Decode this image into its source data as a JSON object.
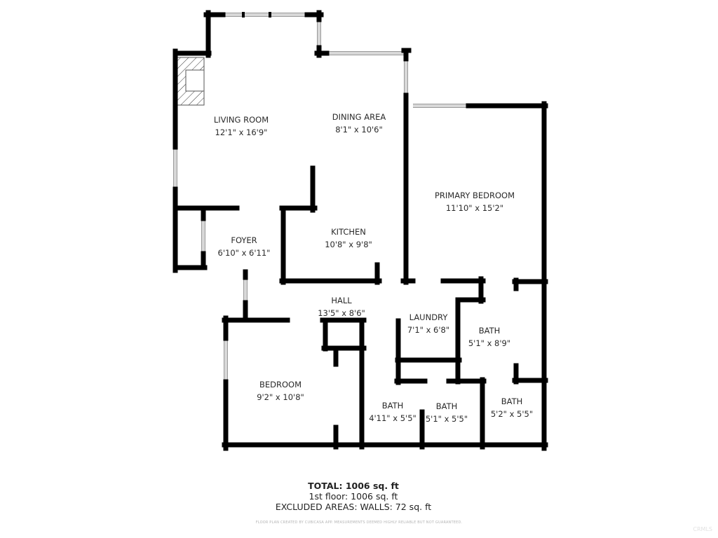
{
  "rooms": [
    {
      "name": "LIVING ROOM",
      "size": "12'1\" x 16'9\""
    },
    {
      "name": "DINING AREA",
      "size": "8'1\" x 10'6\""
    },
    {
      "name": "PRIMARY BEDROOM",
      "size": "11'10\" x 15'2\""
    },
    {
      "name": "FOYER",
      "size": "6'10\" x 6'11\""
    },
    {
      "name": "KITCHEN",
      "size": "10'8\" x 9'8\""
    },
    {
      "name": "HALL",
      "size": "13'5\" x 8'6\""
    },
    {
      "name": "LAUNDRY",
      "size": "7'1\" x 6'8\""
    },
    {
      "name": "BATH",
      "size": "5'1\" x 8'9\""
    },
    {
      "name": "BEDROOM",
      "size": "9'2\" x 10'8\""
    },
    {
      "name": "BATH",
      "size": "4'11\" x 5'5\""
    },
    {
      "name": "BATH",
      "size": "5'1\" x 5'5\""
    },
    {
      "name": "BATH",
      "size": "5'2\" x 5'5\""
    }
  ],
  "totals": {
    "total": "TOTAL: 1006 sq. ft",
    "floor": "1st floor: 1006 sq. ft",
    "excluded": "EXCLUDED AREAS: WALLS: 72 sq. ft"
  },
  "disclaimer": "FLOOR PLAN CREATED BY CUBICASA APP. MEASUREMENTS DEEMED HIGHLY RELIABLE BUT NOT GUARANTEED.",
  "watermark": "CRMLS",
  "colors": {
    "wall": "#000000",
    "window": "#d8d8d8"
  }
}
